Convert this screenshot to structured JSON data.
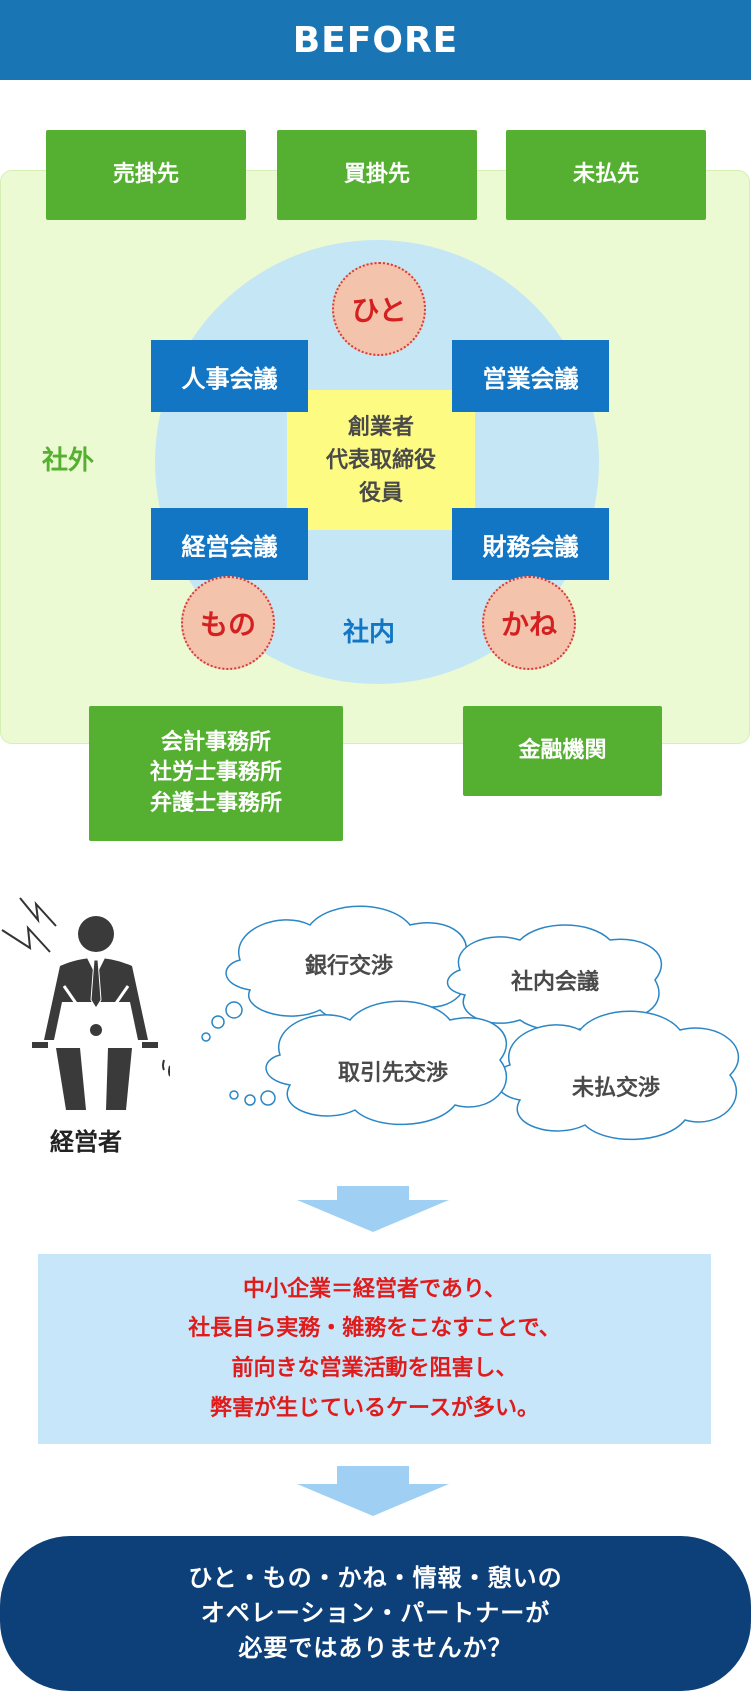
{
  "header": {
    "title": "BEFORE"
  },
  "external_partners": {
    "accounts_receivable": "売掛先",
    "accounts_payable": "買掛先",
    "unpaid": "未払先",
    "professional_offices": [
      "会計事務所",
      "社労士事務所",
      "弁護士事務所"
    ],
    "financial_institutions": "金融機関"
  },
  "zones": {
    "outside": "社外",
    "inside": "社内"
  },
  "center": {
    "lines": [
      "創業者",
      "代表取締役",
      "役員"
    ]
  },
  "meetings": {
    "hr": "人事会議",
    "sales": "営業会議",
    "management": "経営会議",
    "finance": "財務会議"
  },
  "resources": {
    "people": "ひと",
    "things": "もの",
    "money": "かね"
  },
  "manager": {
    "label": "経営者",
    "thoughts": [
      "銀行交渉",
      "社内会議",
      "取引先交渉",
      "未払交渉"
    ]
  },
  "message": {
    "lines": [
      "中小企業＝経営者であり、",
      "社長自ら実務・雑務をこなすことで、",
      "前向きな営業活動を阻害し、",
      "弊害が生じているケースが多い。"
    ]
  },
  "conclusion": {
    "lines": [
      "ひと・もの・かね・情報・憩いの",
      "オペレーション・パートナーが",
      "必要ではありませんか？"
    ]
  },
  "colors": {
    "header_blue": "#1a75b5",
    "partner_green": "#55b032",
    "meeting_blue": "#1276c4",
    "inside_circle": "#c4e6f5",
    "outside_area": "#ecfad3",
    "center_yellow": "#fdfb82",
    "resource_pink": "#f4c3ac",
    "message_red": "#e01b1b",
    "conclusion_navy": "#0d3f78"
  },
  "icons": [
    "businessman-worried-icon",
    "thought-cloud-icon",
    "down-arrow-icon"
  ]
}
